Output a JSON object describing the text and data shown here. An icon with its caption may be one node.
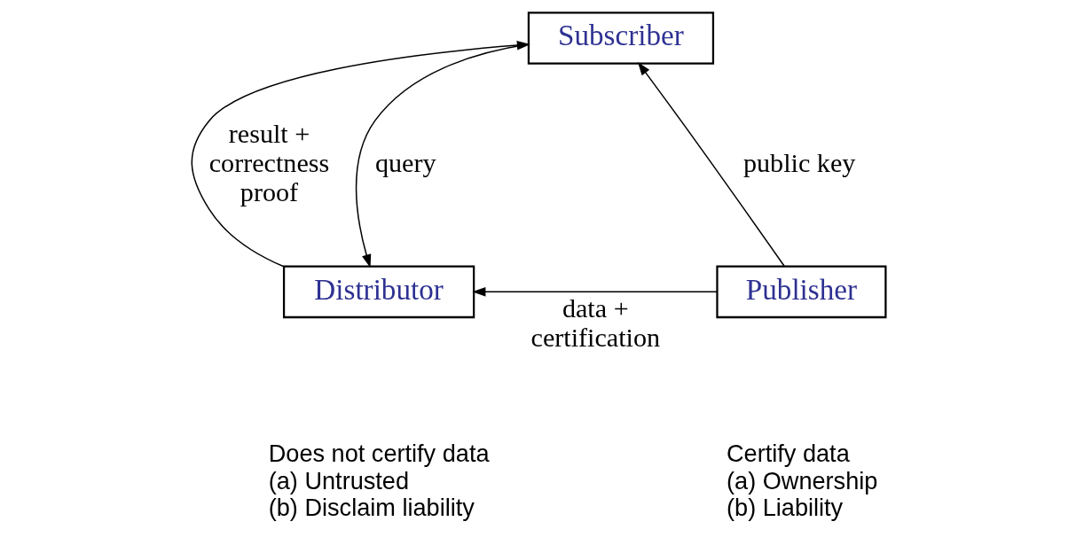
{
  "diagram": {
    "nodes": [
      {
        "text": [
          "Subscriber"
        ]
      },
      {
        "text": [
          "Publisher"
        ],
        "beside": [
          "Certify data",
          "(a) Ownership",
          "(b) Liability"
        ]
      },
      {
        "text": [
          "Distributor"
        ],
        "beside": [
          "Does not certify data",
          "(a) Untrusted",
          "(b) Disclaim liability"
        ]
      }
    ],
    "edges": [
      {
        "from": 1,
        "to": 0,
        "arrow": "to",
        "label": "public key"
      },
      {
        "from": 0,
        "to": 2,
        "arrow": "to",
        "label": "query"
      },
      {
        "from": 2,
        "to": 0,
        "arrow": "to",
        "label": "result + correctness proof"
      },
      {
        "from": 1,
        "to": 2,
        "arrow": "to",
        "label": "data + certification"
      }
    ]
  }
}
